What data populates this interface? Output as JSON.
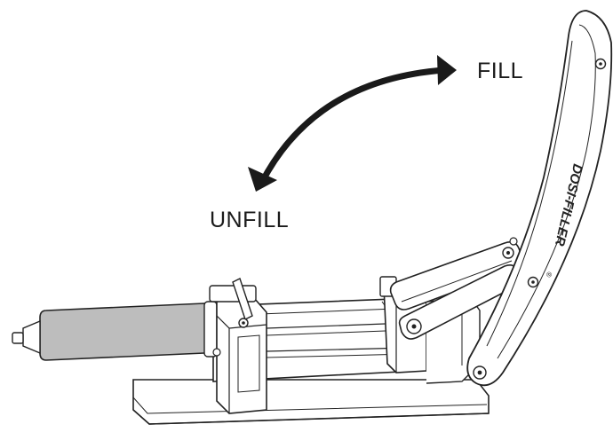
{
  "labels": {
    "fill": "FILL",
    "unfill": "UNFILL"
  },
  "device": {
    "brand_text": "DOSI-FILLER",
    "registered_mark": "®"
  },
  "colors": {
    "outline": "#222222",
    "body_fill": "#ffffff",
    "cartridge_fill": "#bdbdbd",
    "arrow": "#1a1a1a"
  }
}
